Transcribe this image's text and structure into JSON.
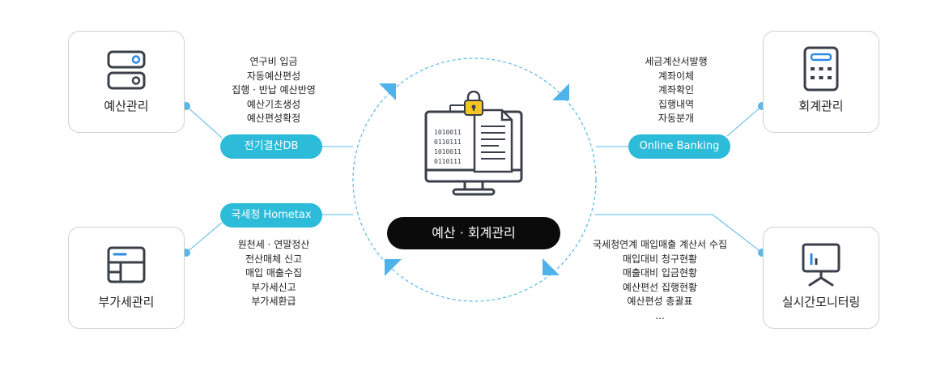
{
  "center": {
    "title": "예산 · 회계관리",
    "binary_lines": [
      "1010011",
      "0110111",
      "1010011",
      "0110111"
    ]
  },
  "modules": {
    "budget": {
      "label": "예산관리",
      "icon": "server-icon",
      "pill": "전기결산DB",
      "items": [
        "연구비 입금",
        "자동예산편성",
        "집행 · 반납 예산반영",
        "예산기초생성",
        "예산편성확정"
      ]
    },
    "accounting": {
      "label": "회계관리",
      "icon": "calculator-icon",
      "pill": "Online Banking",
      "items": [
        "세금계산서발행",
        "계좌이체",
        "계좌확인",
        "집행내역",
        "자동분개"
      ]
    },
    "vat": {
      "label": "부가세관리",
      "icon": "layout-icon",
      "pill": "국세청 Hometax",
      "items": [
        "원천세 · 연말정산",
        "전산매체 신고",
        "매입 매출수집",
        "부가세신고",
        "부가세환급"
      ]
    },
    "monitoring": {
      "label": "실시간모니터링",
      "icon": "presentation-board-icon",
      "items": [
        "국세청연계 매입매출 계산서 수집",
        "매입대비 청구현황",
        "매출대비 입금현황",
        "예산편선 집행현황",
        "예산편성 총괄표",
        "..."
      ]
    }
  },
  "colors": {
    "accent": "#2cbcd9",
    "icon_blue": "#2b8ae6",
    "icon_dark": "#3a3f4a",
    "circle_dashed": "#5ab7e8",
    "center_pill": "#0b0b0b"
  }
}
